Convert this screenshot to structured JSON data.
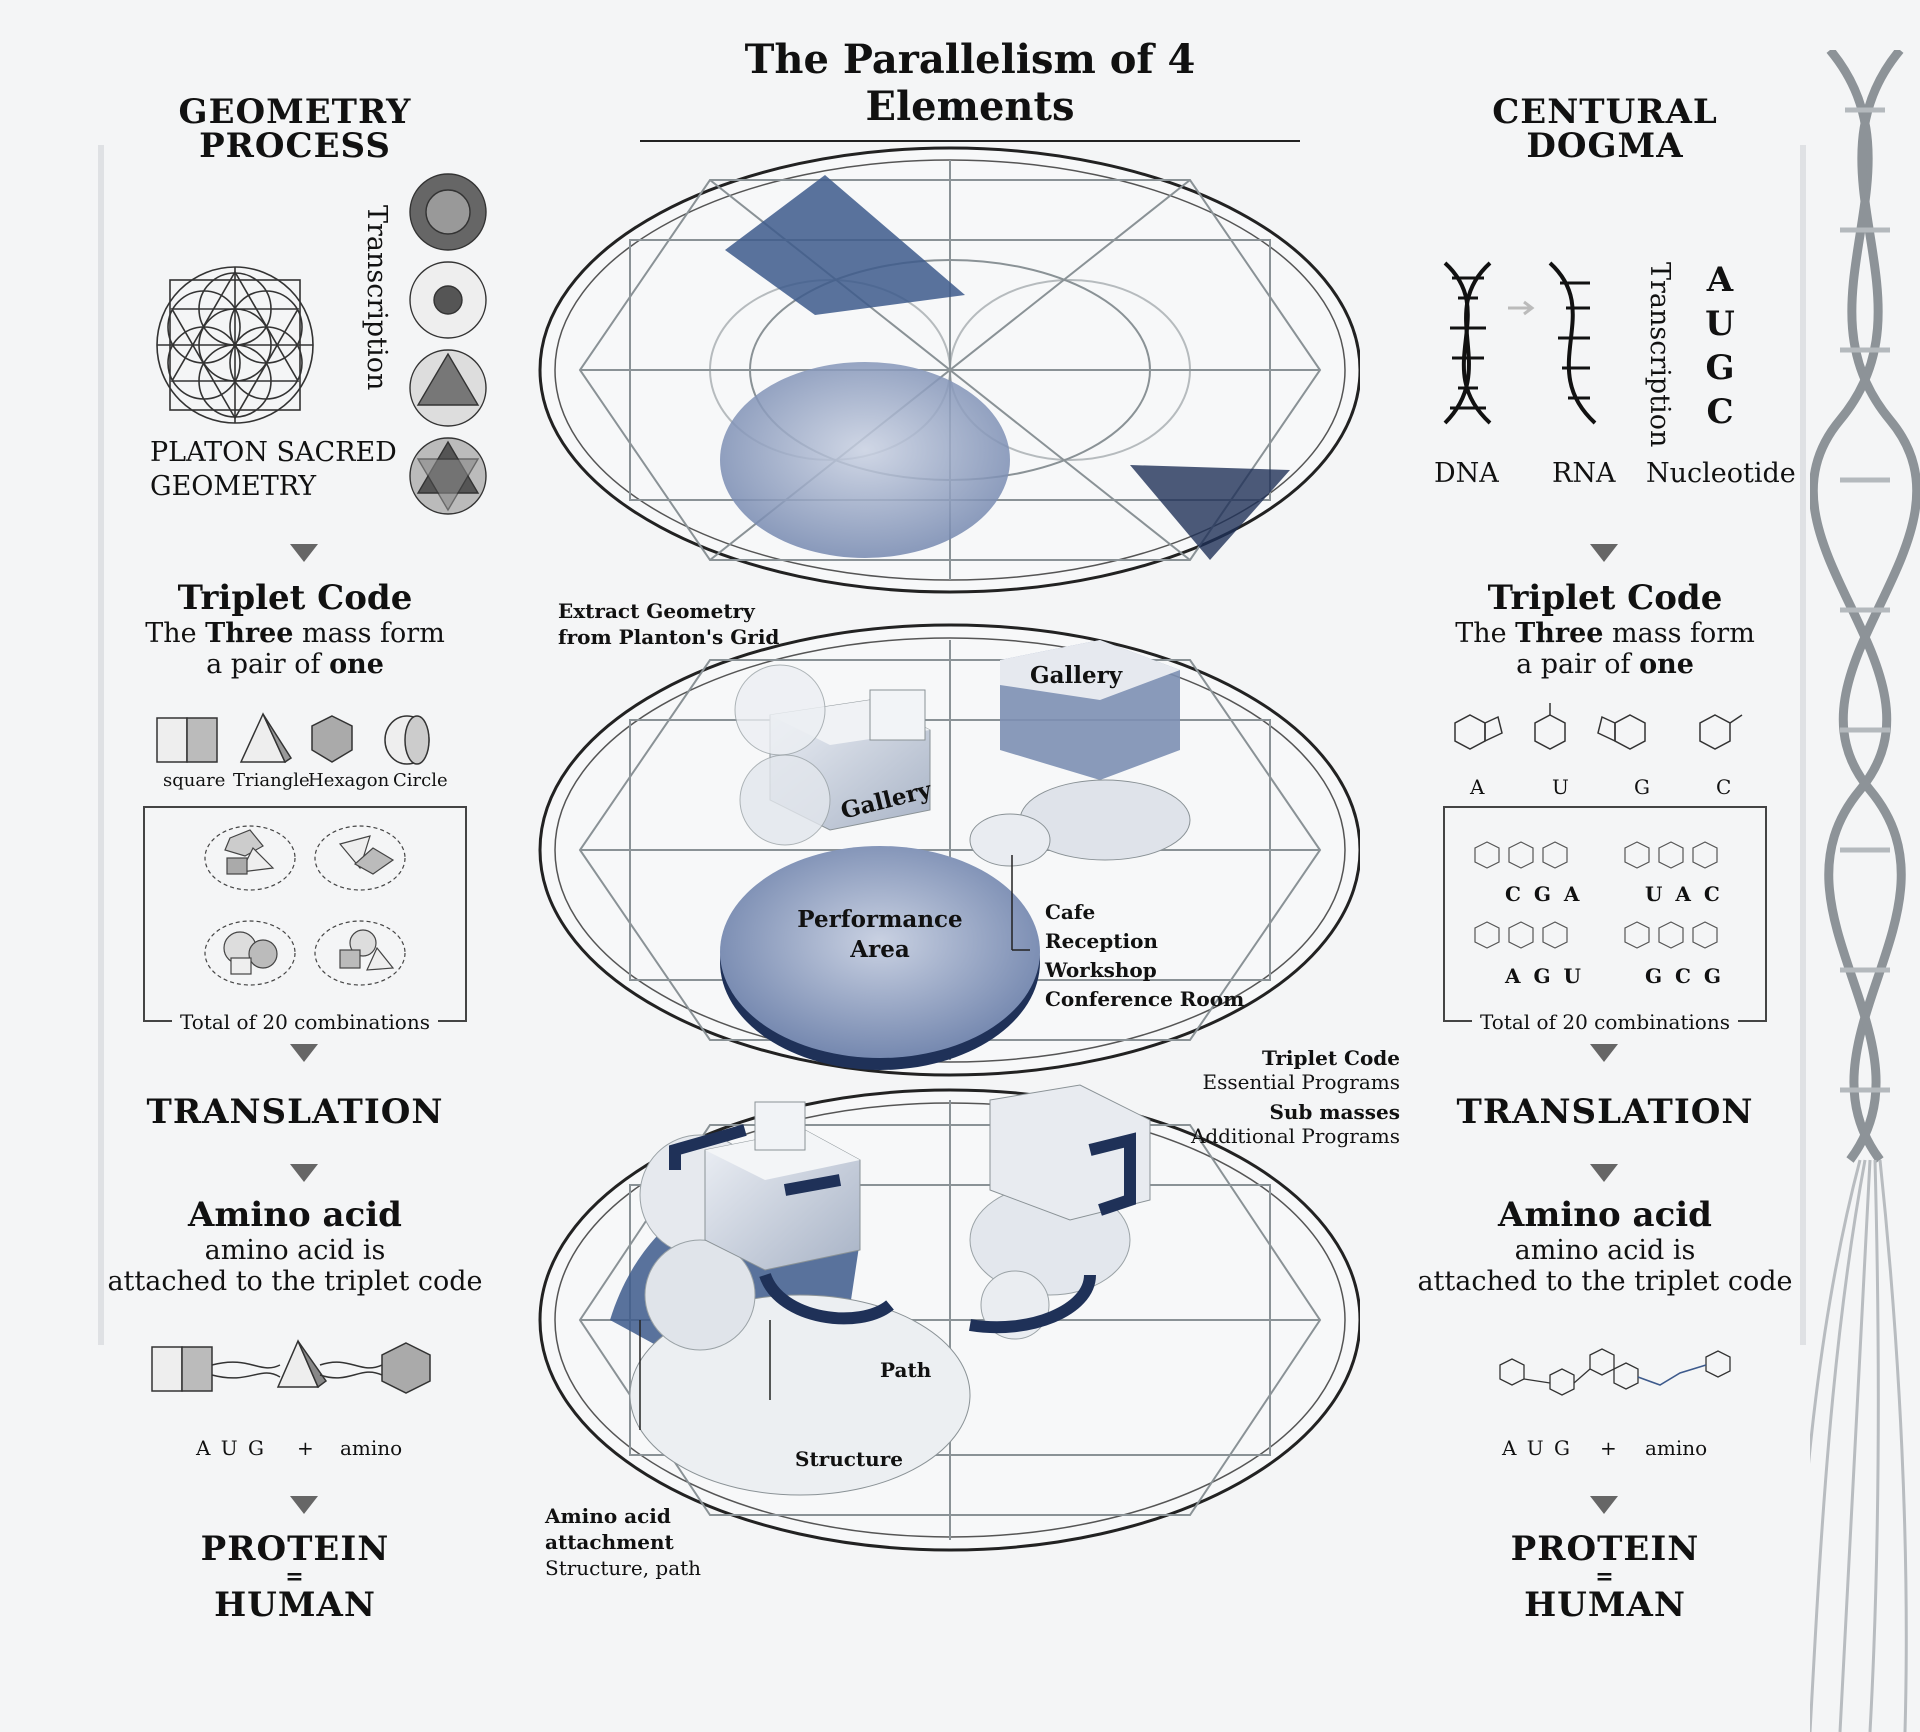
{
  "title": "The Parallelism of 4 Elements",
  "left": {
    "heading": [
      "GEOMETRY",
      "PROCESS"
    ],
    "transcription": "Transcription",
    "platon": [
      "PLATON SACRED",
      "GEOMETRY"
    ],
    "triplet_title": "Triplet Code",
    "triplet_line1_a": "The ",
    "triplet_line1_b": "Three",
    "triplet_line1_c": " mass form",
    "triplet_line2_a": "a pair of ",
    "triplet_line2_b": "one",
    "shapes": [
      "square",
      "Triangle",
      "Hexagon",
      "Circle"
    ],
    "combinations": "Total of 20 combinations",
    "translation": "TRANSLATION",
    "amino_title": "Amino acid",
    "amino_line1": "amino acid is",
    "amino_line2": "attached to the triplet code",
    "aug": "A U G",
    "plus": "+",
    "amino": "amino",
    "protein": "PROTEIN",
    "equals": "=",
    "human": "HUMAN"
  },
  "right": {
    "heading": [
      "CENTURAL",
      "DOGMA"
    ],
    "transcription": "Transcription",
    "letters": [
      "A",
      "U",
      "G",
      "C"
    ],
    "dna": "DNA",
    "rna": "RNA",
    "nucleotide": "Nucleotide",
    "triplet_title": "Triplet Code",
    "triplet_line1_a": "The ",
    "triplet_line1_b": "Three",
    "triplet_line1_c": " mass form",
    "triplet_line2_a": "a pair of ",
    "triplet_line2_b": "one",
    "bases": [
      "A",
      "U",
      "G",
      "C"
    ],
    "codons": [
      "C G A",
      "U A C",
      "A G U",
      "G C G"
    ],
    "combinations": "Total of 20 combinations",
    "translation": "TRANSLATION",
    "amino_title": "Amino acid",
    "amino_line1": "amino acid is",
    "amino_line2": "attached to the triplet code",
    "aug": "A U G",
    "plus": "+",
    "amino": "amino",
    "protein": "PROTEIN",
    "equals": "=",
    "human": "HUMAN"
  },
  "center": {
    "extract": [
      "Extract Geometry",
      "from Planton's Grid"
    ],
    "gallery_top": "Gallery",
    "gallery_mid": "Gallery",
    "performance": [
      "Performance",
      "Area"
    ],
    "programs": [
      "Cafe",
      "Reception",
      "Workshop",
      "Conference Room"
    ],
    "triplet_code": "Triplet Code",
    "essential": "Essential Programs",
    "sub_masses": "Sub masses",
    "additional": "Additional Programs",
    "path": "Path",
    "structure": "Structure",
    "amino_attach": [
      "Amino acid",
      "attachment"
    ],
    "structure_path": "Structure, path"
  },
  "colors": {
    "accent_blue": "#3d5a8c",
    "dark_blue": "#1f3158",
    "grid": "#8a9296"
  }
}
